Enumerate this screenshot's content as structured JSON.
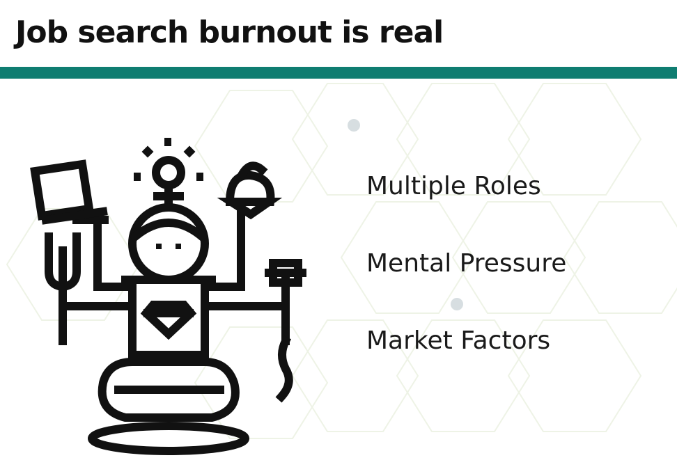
{
  "slide": {
    "title": "Job search burnout is real",
    "points": [
      "Multiple Roles",
      "Mental Pressure",
      "Market Factors"
    ]
  },
  "colors": {
    "accent": "#0f7d71",
    "text": "#111111",
    "hex_pattern": "#eef3e6",
    "dot": "#d7dee1"
  },
  "illustration": {
    "icon": "multitasking-person-icon",
    "items": [
      "laptop-icon",
      "wrench-icon",
      "lightbulb-icon",
      "ice-cream-icon",
      "microphone-icon",
      "diamond-icon"
    ]
  }
}
